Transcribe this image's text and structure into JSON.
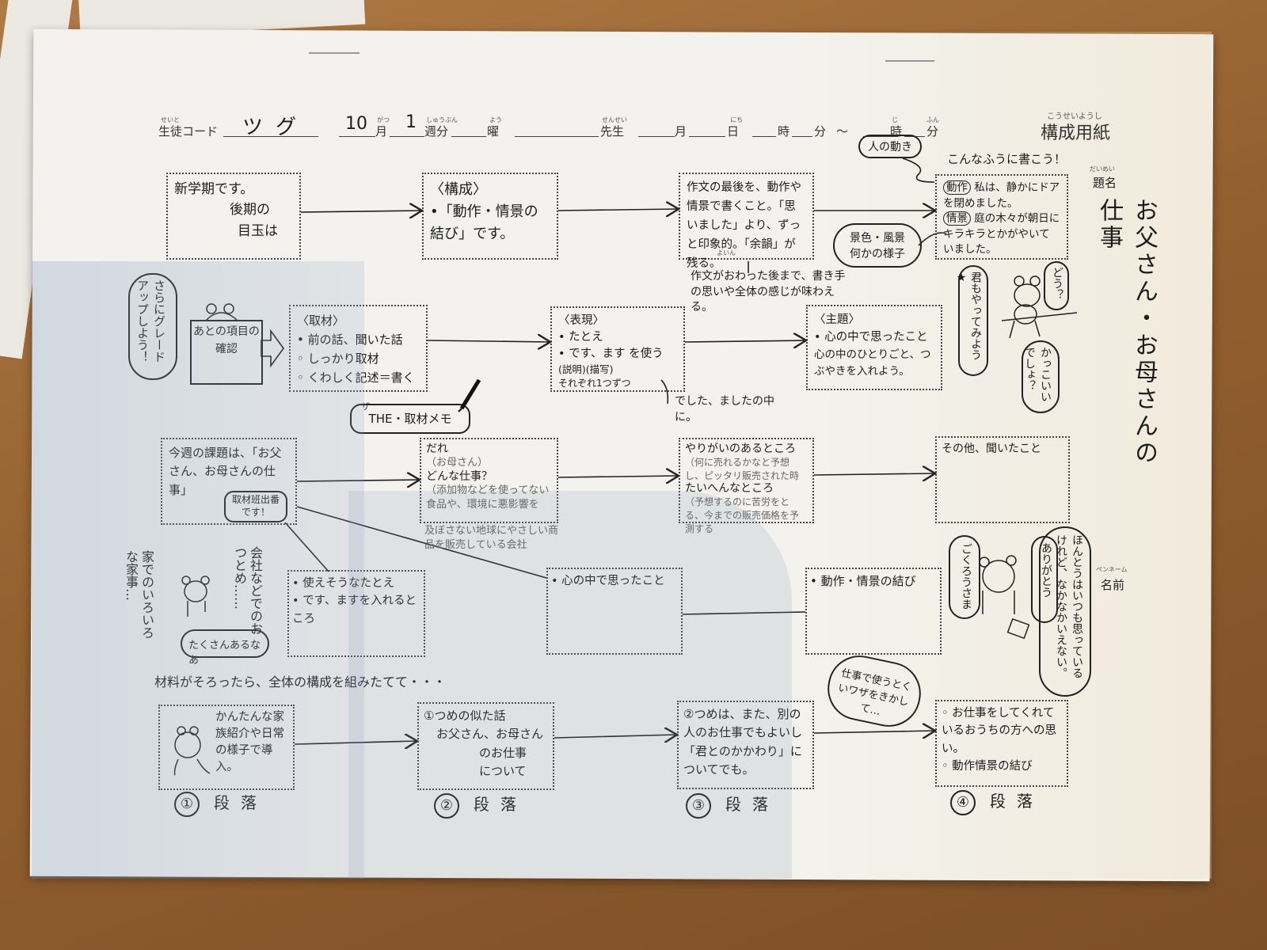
{
  "header": {
    "student_code_label": "生徒コード",
    "student_code_ruby": "せいと",
    "student_code_value": "ツグ",
    "month_value": "10",
    "month_label": "月",
    "month_ruby": "がつ",
    "week_value": "1",
    "week_label": "週分",
    "week_ruby": "しゅうぶん",
    "day_label": "曜",
    "day_ruby": "よう",
    "teacher_label": "先生",
    "teacher_ruby": "せんせい",
    "date_month_label": "月",
    "date_day_label": "日",
    "date_day_ruby": "にち",
    "time_hour_label": "時",
    "time_hour_ruby": "じ",
    "time_min_label": "分",
    "time_min_ruby": "ふん",
    "tilde": "～",
    "sheet_title": "構成用紙",
    "sheet_title_ruby": "こうせいようし"
  },
  "sidebar": {
    "title_label": "題名",
    "title_ruby": "だいめい",
    "title_value": "お父さん・お母さんの仕事",
    "name_label": "名前",
    "name_ruby": "ペンネーム"
  },
  "row1": {
    "box1": [
      "新学期です。",
      "後期の",
      "目玉は"
    ],
    "box2": {
      "heading": "〈構成〉",
      "text": "•「動作・情景の結び」です。"
    },
    "box3": "作文の最後を、動作や情景で書くこと。「思いました」より、ずっと印象的。「余韻」が残る。",
    "box3_ruby": "よいん",
    "note_below": "作文がおわった後まで、書き手の思いや全体の感じが味わえる。",
    "example_caption": "こんなふうに書こう！",
    "bubble_action": "人の動き",
    "bubble_scene": "景色・風景 何かの様子",
    "box4_tag1": "動作",
    "box4_text1": "私は、静かにドアを閉めました。",
    "box4_tag2": "情景",
    "box4_text2": "庭の木々が朝日にキラキラとかがやいていました。"
  },
  "row2": {
    "bubble_left": "さらにグレードアップしよう！",
    "sign": "あとの項目の確認",
    "box1": {
      "heading": "〈取材〉",
      "items": [
        "• 前の話、聞いた話",
        "◦ しっかり取材",
        "◦ くわしく記述＝書く"
      ]
    },
    "memo_ruby": "ザ",
    "memo": "THE・取材メモ",
    "box2": {
      "heading": "〈表現〉",
      "items": [
        "• たとえ",
        "• です、ます を使う",
        "(説明)(描写)",
        "それぞれ1つずつ"
      ]
    },
    "note_below": "でした、ましたの中に。",
    "box3": {
      "heading": "〈主題〉",
      "items": [
        "• 心の中で思ったこと",
        "心の中のひとりごと、つぶやきを入れよう。"
      ]
    },
    "frog_bubbles": [
      "君もやってみよう★",
      "どう？",
      "かっこいいでしょ？"
    ]
  },
  "row3": {
    "box1": "今週の課題は、「お父さん、お母さんの仕事」",
    "box1_bubble": "取材班出番です！",
    "box2_who_label": "だれ",
    "box2_who": "（お母さん）",
    "box2_job_label": "どんな仕事？",
    "box2_job": "（添加物などを使ってない食品や、環境に悪影響を",
    "box2_job_cont": "及ぼさない地球にやさしい商品を販売している会社",
    "box3_reward_label": "やりがいのあるところ",
    "box3_reward": "（何に売れるかなと予想し、ピッタリ販売された時",
    "box3_hard_label": "たいへんなところ",
    "box3_hard": "（予想するのに苦労をとる、今までの販売価格を予測する",
    "box4": "その他、聞いたこと"
  },
  "row4": {
    "vert_note1": "家でのいろいろな家事…",
    "vert_note2": "会社などでのおつとめ……",
    "frog_bubble": "たくさんあるなあ",
    "box1": [
      "• 使えそうなたとえ",
      "• です、ますを入れるところ"
    ],
    "box2": "• 心の中で思ったこと",
    "box3": "• 動作・情景の結び",
    "right_bubbles": [
      "ごくろうさま",
      "ありがとう",
      "ほんとうはいつも思っているけれど、なかなかいえない。"
    ]
  },
  "row5": {
    "caption": "材料がそろったら、全体の構成を組みたてて・・・",
    "box1": "かんたんな家族紹介や日常の様子で導入。",
    "box2": [
      "①つめの似た話",
      "お父さん、お母さん",
      "のお仕事",
      "について"
    ],
    "box3": "②つめは、また、別の人のお仕事でもよいし「君とのかかわり」についてでも。",
    "bubble": "仕事で使うとくいワザをきかして…",
    "box4": [
      "◦ お仕事をしてくれているおうちの方への思い。",
      "◦ 動作情景の結び"
    ],
    "paragraphs": [
      {
        "num": "①",
        "label": "段落"
      },
      {
        "num": "②",
        "label": "段落"
      },
      {
        "num": "③",
        "label": "段落"
      },
      {
        "num": "④",
        "label": "段落"
      }
    ]
  }
}
